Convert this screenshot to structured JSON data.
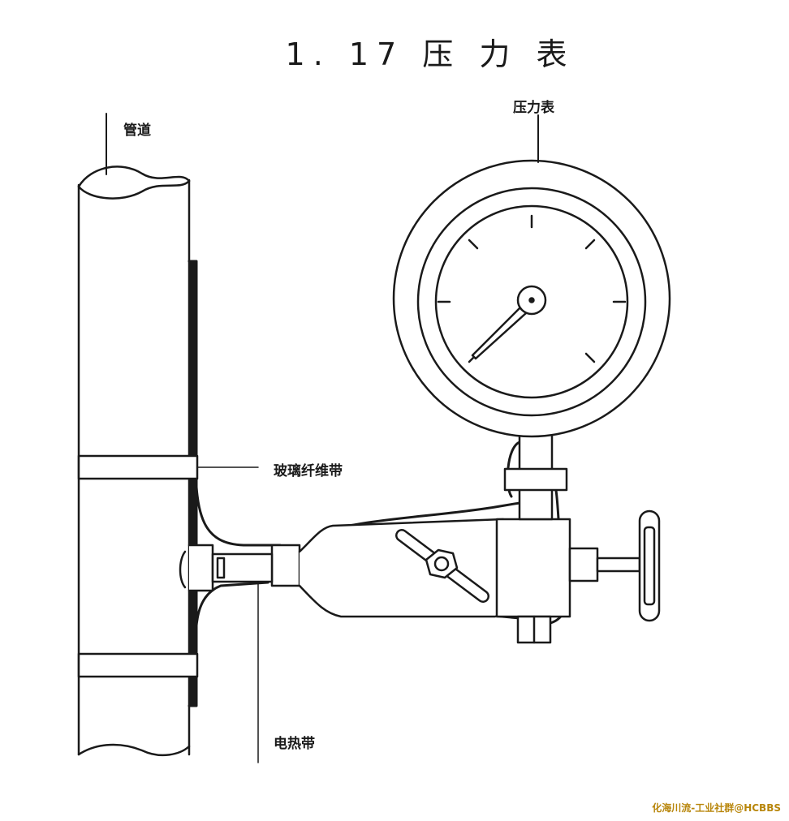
{
  "title": "1. 17 压 力 表",
  "labels": {
    "pipe": "管道",
    "gauge": "压力表",
    "glass_fiber_tape": "玻璃纤维带",
    "heating_tape": "电热带"
  },
  "watermark": "化海川流-工业社群@HCBBS",
  "colors": {
    "line": "#1a1a1a",
    "watermark": "#b8860b"
  }
}
